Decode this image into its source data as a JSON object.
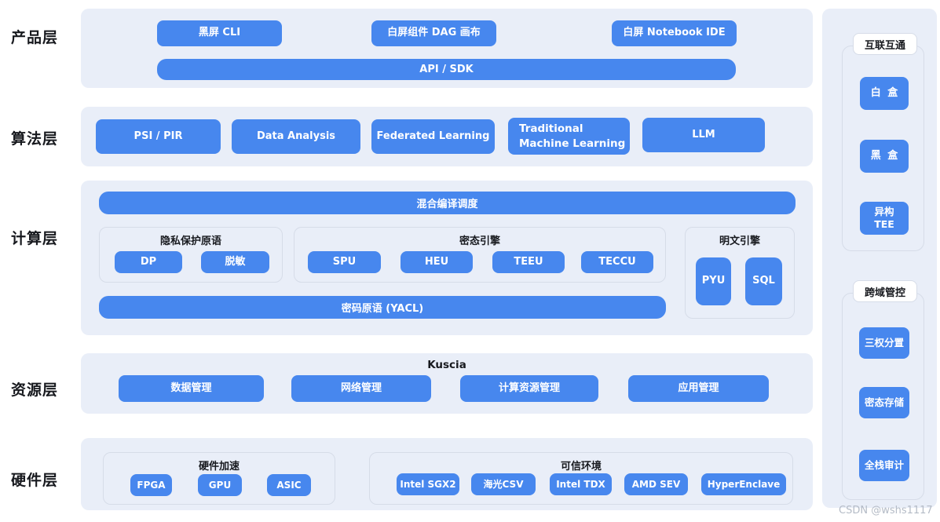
{
  "colors": {
    "accent": "#4787EE",
    "panel_bg": "#E9EEF8",
    "box_border": "#D6DCE8",
    "text_dark": "#17191E",
    "watermark": "#B4BBC6"
  },
  "layers": {
    "product": {
      "label": "产品层",
      "buttons": [
        "黑屏 CLI",
        "白屏组件 DAG 画布",
        "白屏 Notebook IDE"
      ],
      "bar": "API / SDK"
    },
    "algorithm": {
      "label": "算法层",
      "buttons": [
        "PSI / PIR",
        "Data Analysis",
        "Federated Learning",
        "Traditional\nMachine Learning",
        "LLM"
      ]
    },
    "computing": {
      "label": "计算层",
      "scheduler_bar": "混合编译调度",
      "privacy_group": {
        "title": "隐私保护原语",
        "buttons": [
          "DP",
          "脱敏"
        ]
      },
      "secret_group": {
        "title": "密态引擎",
        "buttons": [
          "SPU",
          "HEU",
          "TEEU",
          "TECCU"
        ]
      },
      "plaintext_group": {
        "title": "明文引擎",
        "buttons": [
          "PYU",
          "SQL"
        ]
      },
      "crypto_bar": "密码原语 (YACL)"
    },
    "resource": {
      "label": "资源层",
      "title": "Kuscia",
      "buttons": [
        "数据管理",
        "网络管理",
        "计算资源管理",
        "应用管理"
      ]
    },
    "hardware": {
      "label": "硬件层",
      "accel_group": {
        "title": "硬件加速",
        "buttons": [
          "FPGA",
          "GPU",
          "ASIC"
        ]
      },
      "tee_group": {
        "title": "可信环境",
        "buttons": [
          "Intel SGX2",
          "海光CSV",
          "Intel TDX",
          "AMD SEV",
          "HyperEnclave"
        ]
      }
    }
  },
  "sidebar": {
    "interconnect": {
      "title": "互联互通",
      "buttons": [
        "白 盒",
        "黑 盒",
        "异构\nTEE"
      ]
    },
    "governance": {
      "title": "跨域管控",
      "buttons": [
        "三权分置",
        "密态存储",
        "全栈审计"
      ]
    }
  },
  "watermark": "CSDN @wshs1117"
}
